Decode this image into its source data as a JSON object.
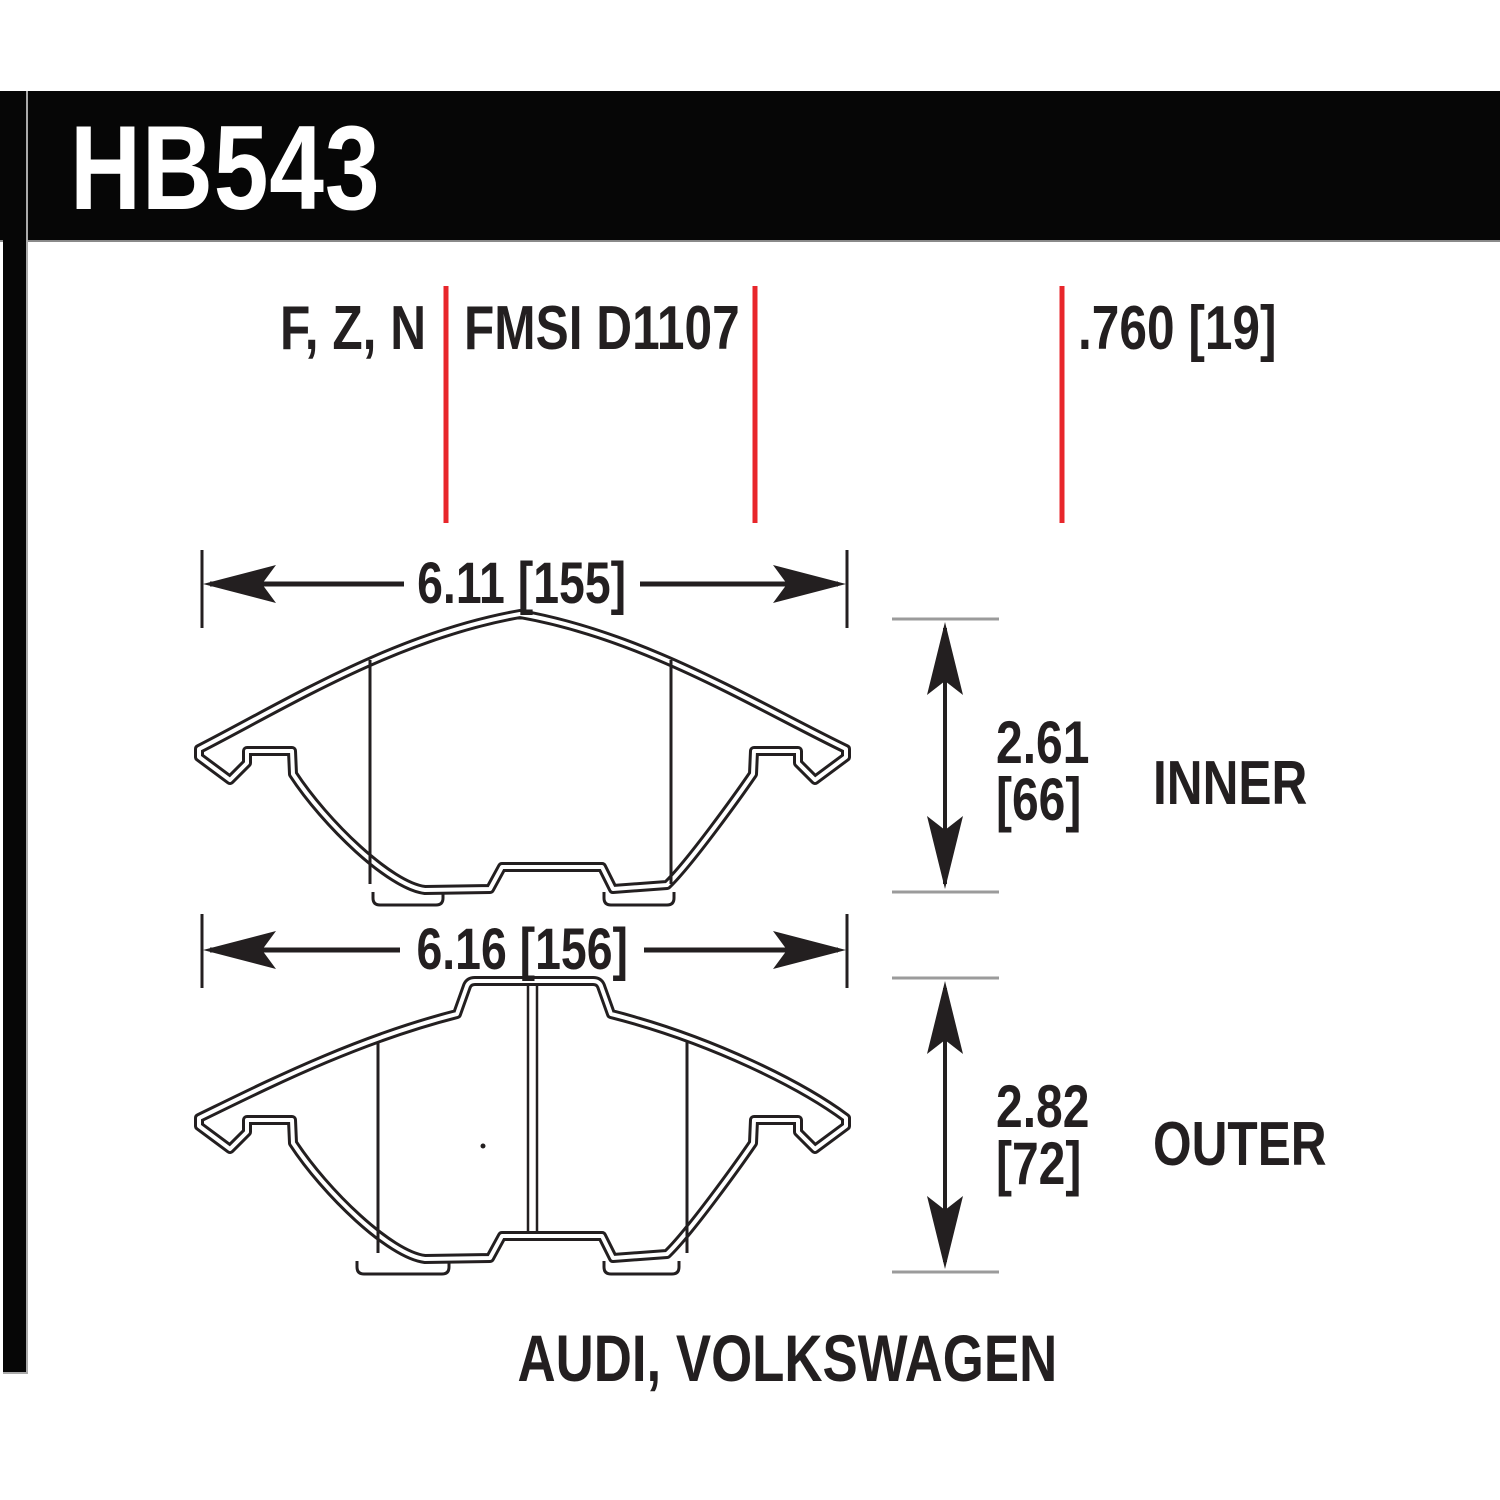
{
  "header": {
    "part_number": "HB543"
  },
  "specs": {
    "compounds": "F, Z, N",
    "fmsi": "FMSI D1107",
    "pad_thickness": ".760 [19]"
  },
  "dimensions": {
    "inner_width": "6.11 [155]",
    "inner_height_value": "2.61",
    "inner_height_mm": "[66]",
    "inner_label": "INNER",
    "outer_width": "6.16 [156]",
    "outer_height_value": "2.82",
    "outer_height_mm": "[72]",
    "outer_label": "OUTER"
  },
  "footer": {
    "applications": "AUDI, VOLKSWAGEN"
  },
  "colors": {
    "accent_red": "#e8262b",
    "line_black": "#231f20",
    "tick_gray": "#9b9b9b",
    "header_black": "#060606"
  }
}
